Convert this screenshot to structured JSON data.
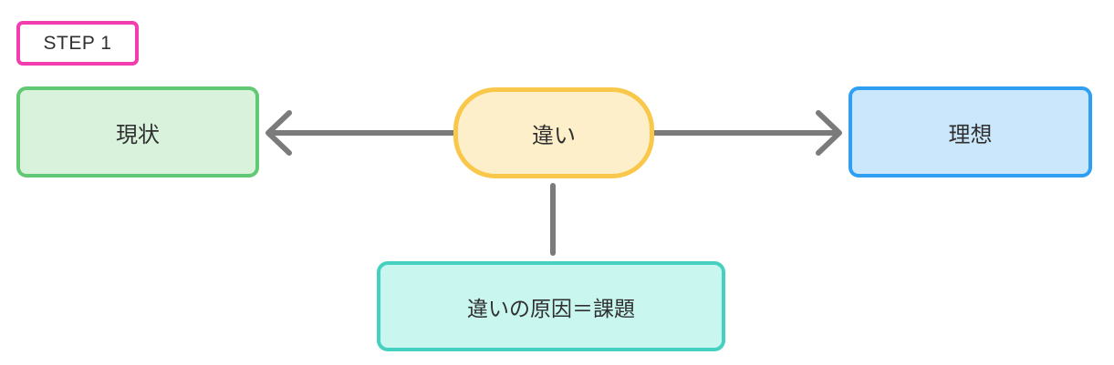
{
  "step_badge": {
    "label": "STEP 1"
  },
  "nodes": {
    "current": {
      "label": "現状"
    },
    "difference": {
      "label": "違い"
    },
    "ideal": {
      "label": "理想"
    },
    "cause": {
      "label": "違いの原因＝課題"
    }
  },
  "connectors": {
    "arrow_to_current": "difference → current",
    "arrow_to_ideal": "difference → ideal",
    "line_to_cause": "difference → cause"
  },
  "colors": {
    "pink": "#F23DAF",
    "green_border": "#61C973",
    "green_fill": "#D9F2DC",
    "yellow_border": "#F9C84B",
    "yellow_fill": "#FCEFCA",
    "blue_border": "#2E9FF3",
    "blue_fill": "#CBE7FB",
    "teal_border": "#45D0C0",
    "teal_fill": "#C9F6EF",
    "connector": "#7B7B7B",
    "text": "#303030"
  }
}
